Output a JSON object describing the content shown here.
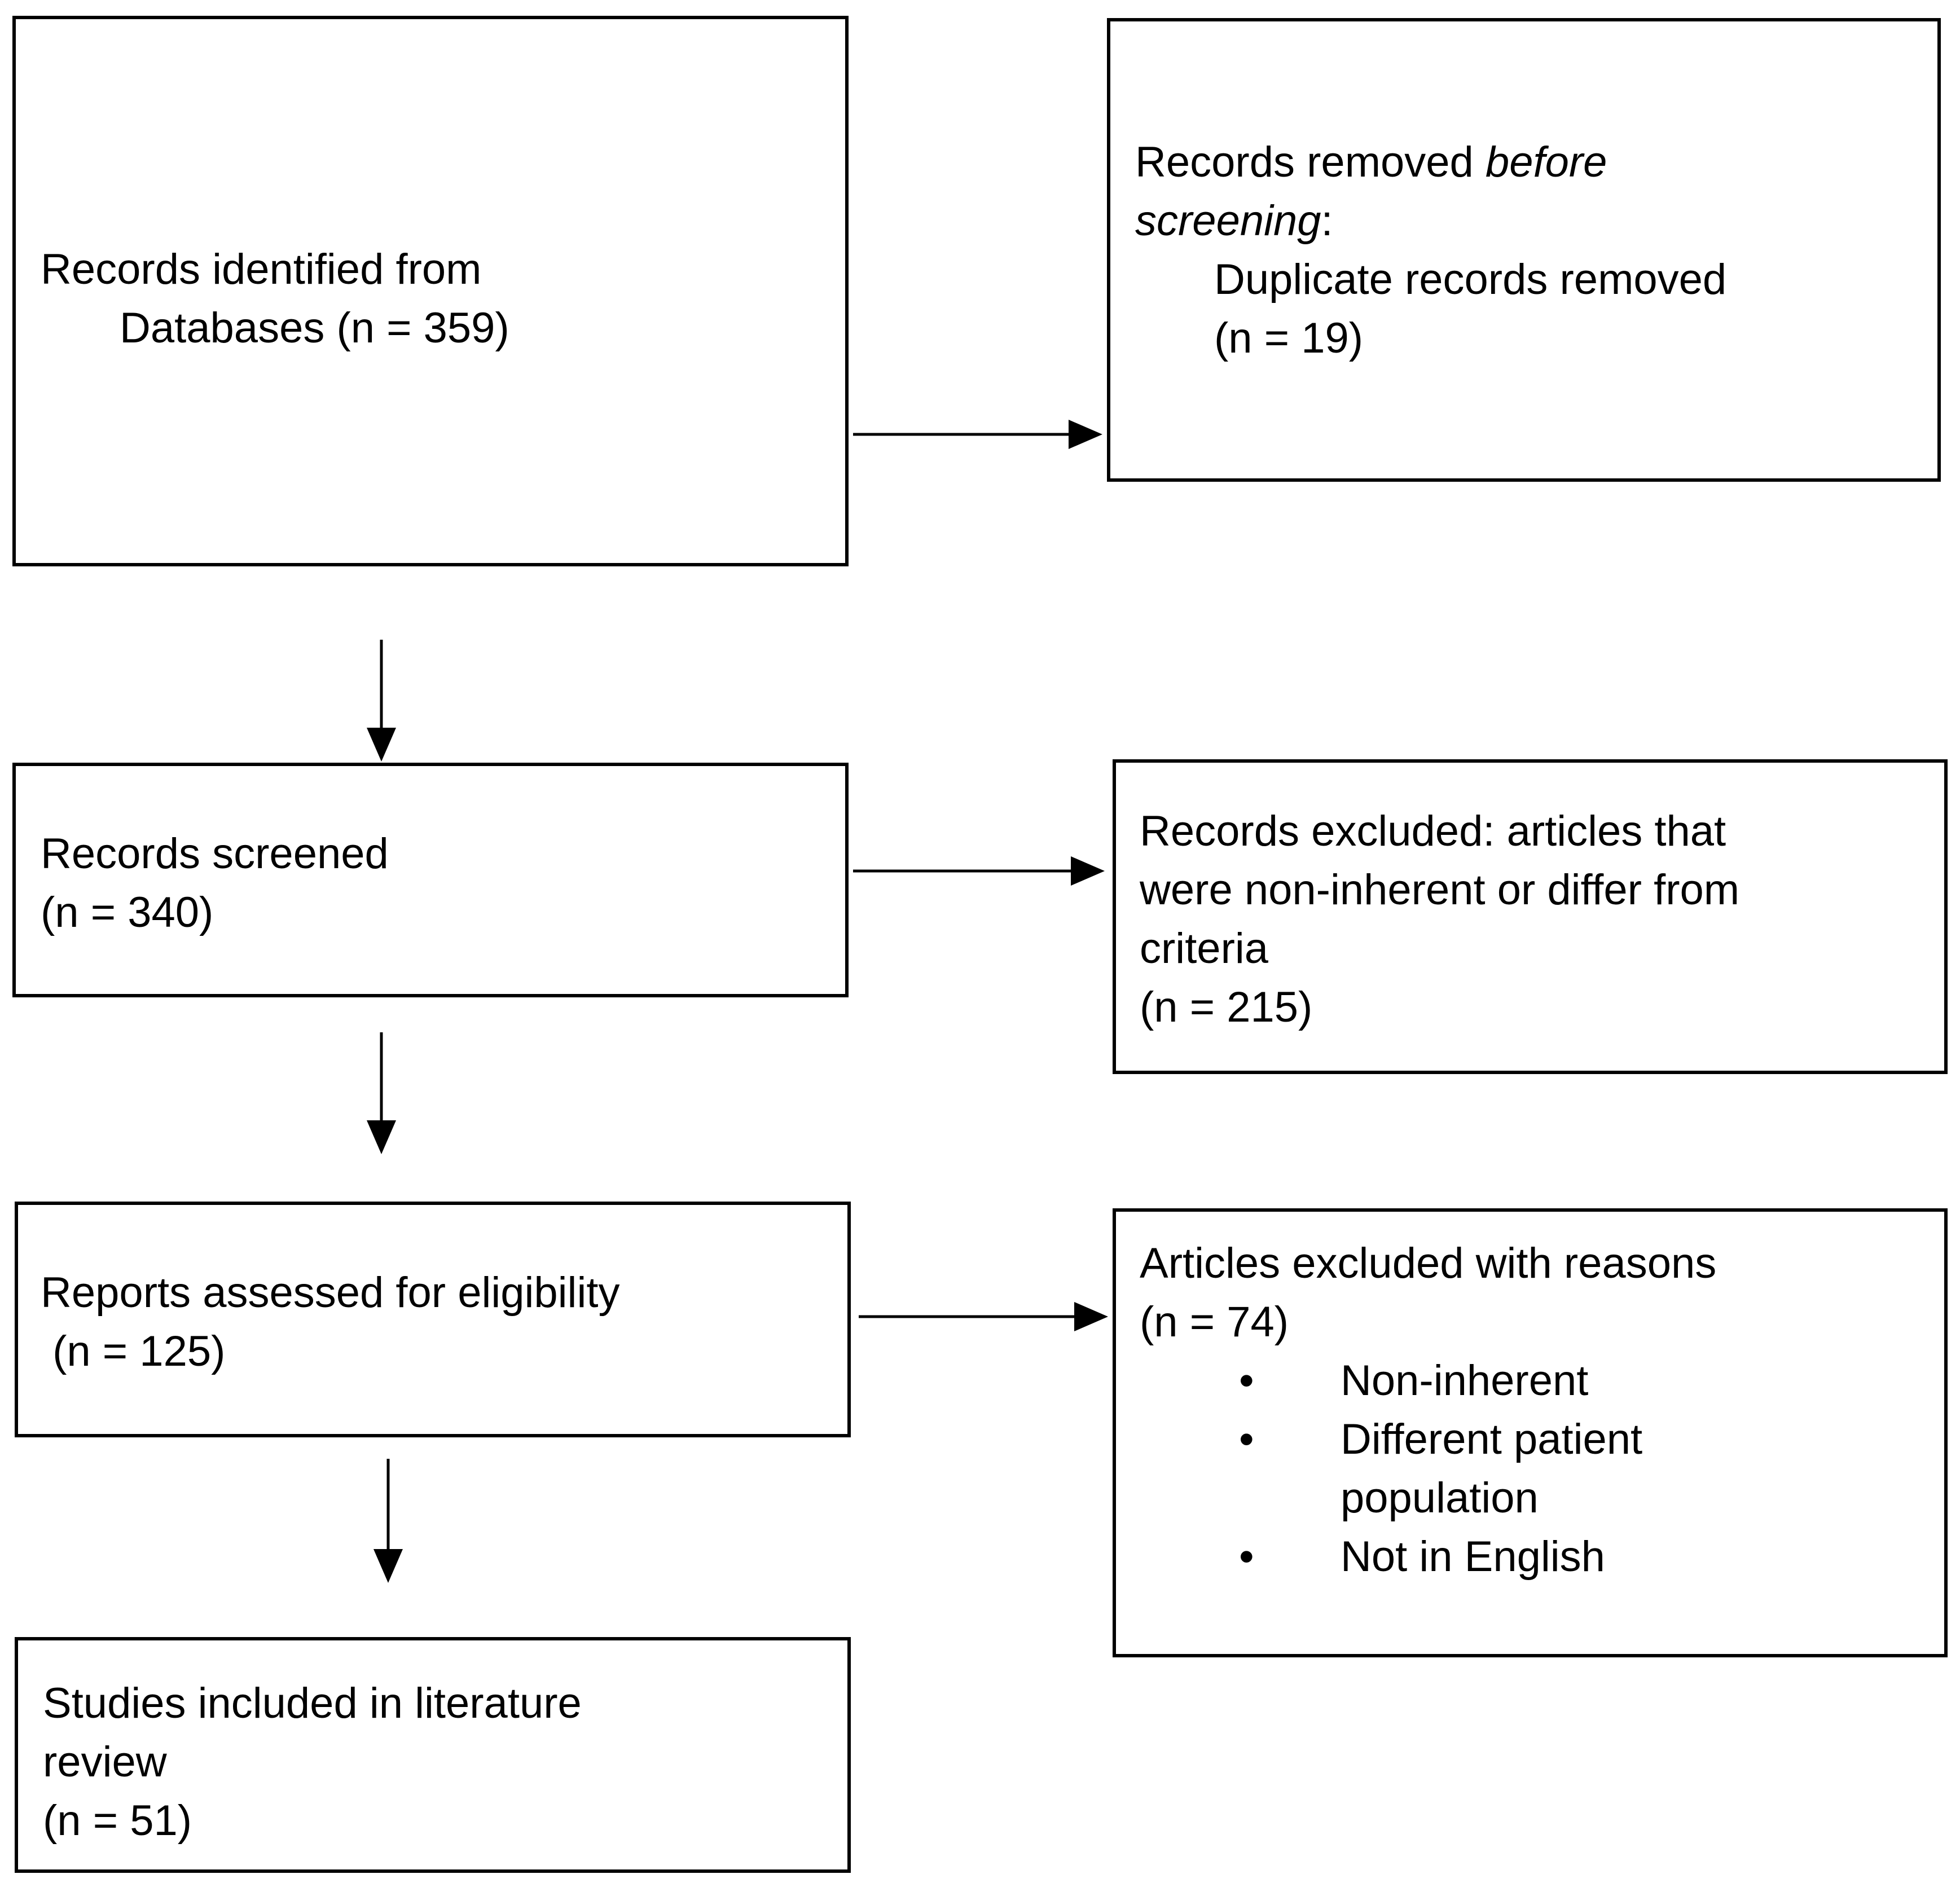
{
  "identified": {
    "line1": "Records identified from",
    "line2": "Databases (n = 359)"
  },
  "removed": {
    "line1_plain": "Records removed ",
    "line1_italic": "before",
    "line2_italic": "screening",
    "line2_plain": ":",
    "line3": "Duplicate records removed",
    "line4": "(n = 19)"
  },
  "screened": {
    "line1": "Records screened",
    "line2": "(n = 340)"
  },
  "excluded": {
    "line1": "Records excluded: articles that",
    "line2": "were non-inherent or differ from",
    "line3": "criteria",
    "line4": "(n = 215)"
  },
  "assessed": {
    "line1": "Reports assessed for eligibility",
    "line2": " (n = 125)"
  },
  "reasons": {
    "line1": "Articles excluded with reasons",
    "line2": "(n = 74)",
    "bullet_symbol": "•",
    "items": [
      "Non-inherent",
      "Different patient",
      "population",
      "Not in English"
    ]
  },
  "included": {
    "line1": "Studies included in literature",
    "line2": "review",
    "line3": "(n = 51)"
  }
}
